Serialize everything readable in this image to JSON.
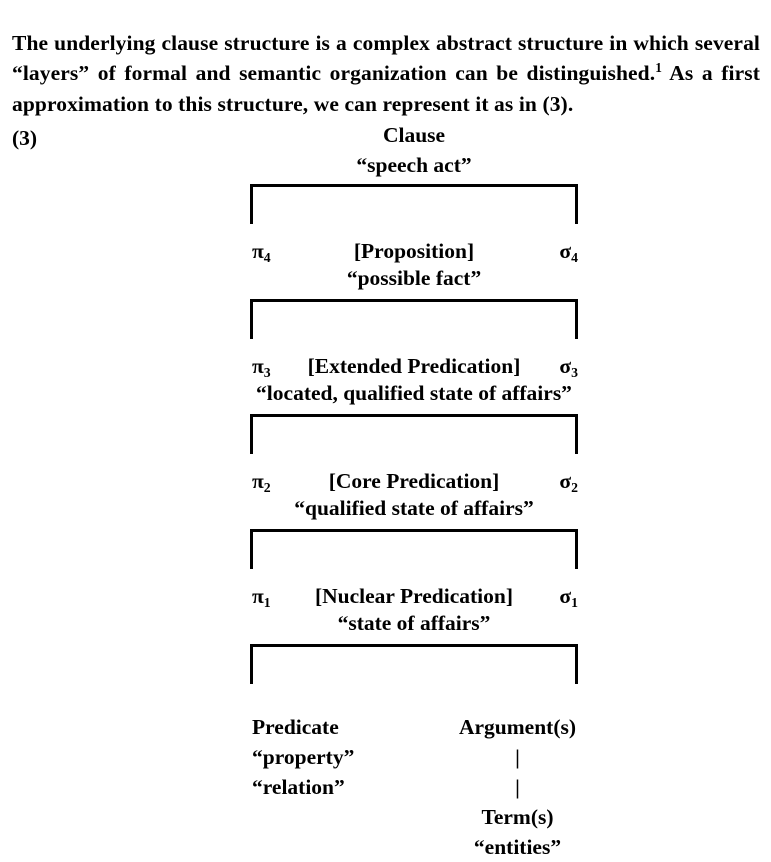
{
  "document": {
    "intro_paragraph": {
      "text": "The underlying clause structure is a complex abstract structure in which several “layers” of formal and semantic organization can be distinguished.",
      "footnote_marker": "1",
      "text_after_footnote": " As a first approximation to this structure, we can represent it as in (3)."
    },
    "example": {
      "number_label": "(3)",
      "heading": {
        "name": "Clause",
        "gloss": "“speech act”"
      },
      "layers": [
        {
          "pi": "π",
          "pi_index": "4",
          "name": "[Proposition]",
          "gloss": "“possible fact”",
          "sigma": "σ",
          "sigma_index": "4"
        },
        {
          "pi": "π",
          "pi_index": "3",
          "name": "[Extended Predication]",
          "gloss": "“located, qualified state of affairs”",
          "sigma": "σ",
          "sigma_index": "3"
        },
        {
          "pi": "π",
          "pi_index": "2",
          "name": "[Core Predication]",
          "gloss": "“qualified state of affairs”",
          "sigma": "σ",
          "sigma_index": "2"
        },
        {
          "pi": "π",
          "pi_index": "1",
          "name": "[Nuclear Predication]",
          "gloss": "“state of affairs”",
          "sigma": "σ",
          "sigma_index": "1"
        }
      ],
      "terminals": {
        "predicate": {
          "label": "Predicate",
          "gloss_one": "“property”",
          "gloss_two": "“relation”"
        },
        "argument": {
          "label": "Argument(s)",
          "connector_one": "|",
          "connector_two": "|",
          "term_label": "Term(s)",
          "term_gloss": "“entities”"
        }
      },
      "bracket_count": 5
    }
  },
  "colors": {
    "ink": "#000000",
    "page": "#ffffff"
  }
}
